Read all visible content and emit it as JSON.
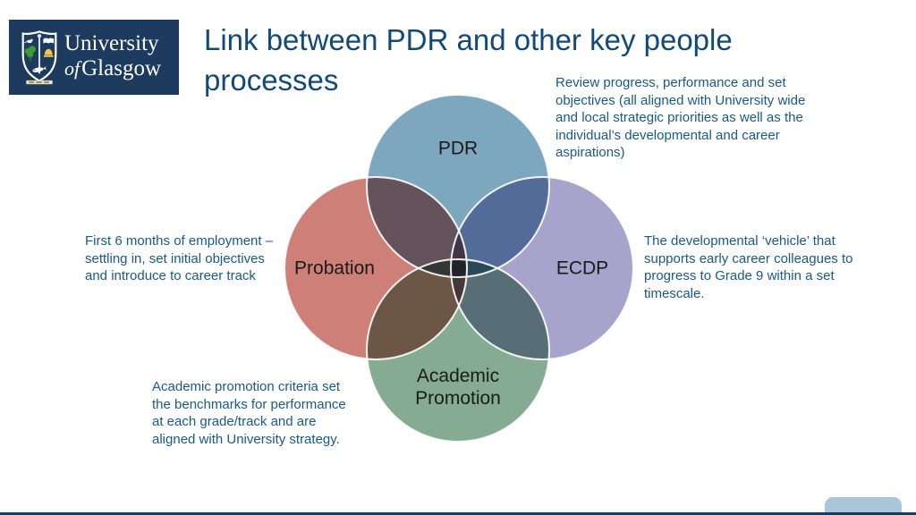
{
  "slide": {
    "title": "Link between PDR and other key people\nprocesses"
  },
  "logo": {
    "line1": "University",
    "line2_of": "of",
    "line2_name": "Glasgow"
  },
  "venn": {
    "circles": [
      {
        "id": "pdr",
        "label": "PDR",
        "color": "#7CA7BF"
      },
      {
        "id": "probation",
        "label": "Probation",
        "color": "#CE7F78"
      },
      {
        "id": "ecdp",
        "label": "ECDP",
        "color": "#A8A3CC"
      },
      {
        "id": "academic-promotion",
        "label": "Academic\nPromotion",
        "color": "#85AC93"
      }
    ]
  },
  "annotations": {
    "pdr": "Review progress, performance and set\nobjectives (all aligned with University wide\nand local strategic priorities as well as the\nindividual’s developmental and career\naspirations)",
    "probation": "First 6 months of employment –\nsettling in, set initial objectives\nand introduce to career track",
    "ecdp": "The developmental ‘vehicle’ that\nsupports early career colleagues to\nprogress to Grade 9 within a set\ntimescale.",
    "academic_promotion": "Academic promotion criteria set\nthe benchmarks for performance\nat each grade/track and are\naligned with University strategy."
  },
  "colors": {
    "logo_background": "#1D3A5F",
    "title_text": "#11497B",
    "annotation_text": "#19598A",
    "circle_outline": "#FFFFFF"
  }
}
